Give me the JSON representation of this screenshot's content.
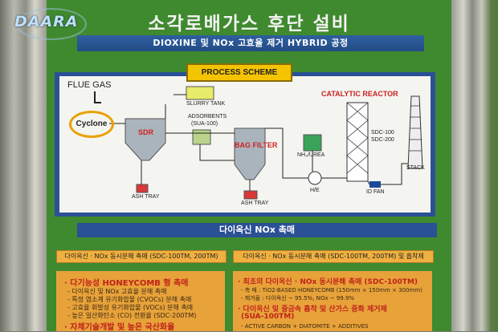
{
  "brand": {
    "logo": "DAARA"
  },
  "header": {
    "title": "소각로배가스 후단 설비",
    "subtitle": "DIOXINE 및 NOx 고효율 제거 HYBRID 공정"
  },
  "diagram": {
    "scheme_label": "PROCESS SCHEME",
    "flue_gas": "FLUE GAS",
    "cyclone": "Cyclone",
    "sdr": "SDR",
    "slurry_tank": "SLURRY TANK",
    "adsorbents": "ADSORBENTS",
    "adsorbents_code": "(SUA-100)",
    "bag_filter": "BAG FILTER",
    "ash_tray_1": "ASH TRAY",
    "ash_tray_2": "ASH TRAY",
    "nh3": "NH₃/UREA",
    "reactor": "CATALYTIC REACTOR",
    "sdc100": "SDC-100",
    "sdc200": "SDC-200",
    "he": "H/E",
    "id_fan": "ID FAN",
    "stack": "STACK"
  },
  "section": {
    "heading": "다이옥신 NOx 촉매"
  },
  "left_tag": "다이옥신 · NOx 동시분해 촉매 (SDC-100TM, 200TM)",
  "right_tag": "다이옥신 · NOx 동시분해 촉매 (SDC-100TM, 200TM) 및 흡착제",
  "left_box": {
    "head": "· 다기능성 HONEYCOMB 형 촉매",
    "l1": "- 다이옥신 및 NOx 고효율 분해 촉매",
    "l2": "- 특정 염소계 유기화합물 (CVOCs) 분해 촉매",
    "l3": "- 고효율 휘발성 유기화합물 (VOCs) 분해 촉매",
    "l4": "- 높은 일산화탄소 (CO) 전환율 (SDC-200TM)",
    "l5": "· 자체기술개발 및 높은 국산화율"
  },
  "right_box": {
    "head": "· 최초의 다이옥신 · NOx 동시분해 촉매 (SDC-100TM)",
    "l1": "- 촉   매 : TiO2-BASED HONEYCOMB (150mm × 150mm × 300mm)",
    "l2": "- 제거율 : 다이옥신 ~ 95.5%,  NOx ~ 99.9%",
    "l3": "· 다이옥신 및 중금속 흡착 및 산가스 중화 제거제",
    "l4": "(SUA-100TM)",
    "l5": "- ACTIVE CARBON + DIATOMITE + ADDITIVES"
  }
}
